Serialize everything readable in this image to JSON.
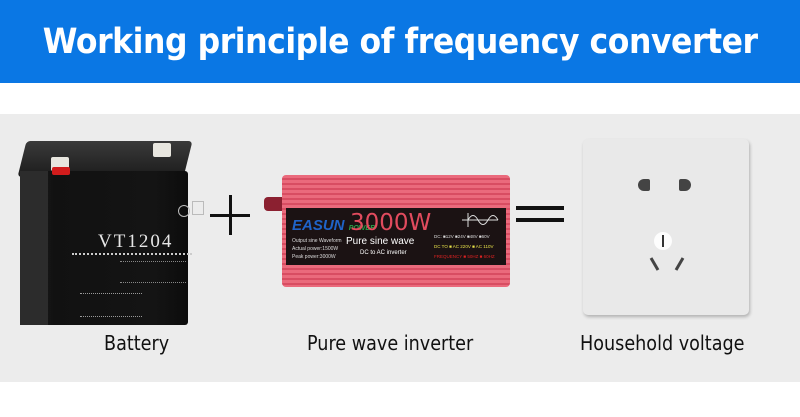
{
  "header": {
    "title": "Working principle of frequency converter",
    "background": "#0a77e4"
  },
  "items": [
    {
      "label": "Battery",
      "product_text": "VT1204"
    },
    {
      "label": "Pure wave inverter",
      "product": {
        "brand": "EASUN",
        "brand_sub": "POWER",
        "wattage": "3000W",
        "subtitle": "Pure sine wave",
        "tagline": "DC to AC inverter",
        "specs": [
          "Output sine Waveform",
          "Actual power:1500W",
          "Peak power:3000W"
        ],
        "rows": [
          "DC: ■12V ■24V ■48V ■60V",
          "DC TO ■ AC 220V ■ AC 110V",
          "FREQUENCY ■ 50HZ ■ 60HZ"
        ]
      }
    },
    {
      "label": "Household voltage"
    }
  ],
  "operators": {
    "plus": "+",
    "equals": "="
  }
}
